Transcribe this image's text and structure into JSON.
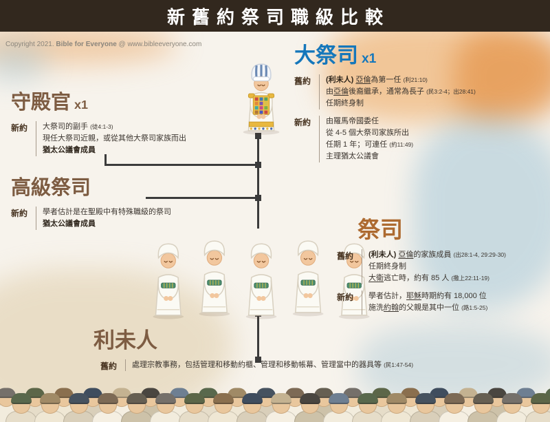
{
  "header": {
    "title": "新舊約祭司職級比較"
  },
  "copyright": "Copyright 2021. **Bible for Everyone** @ www.bibleeveryone.com",
  "colors": {
    "header_bg": "#32281e",
    "high_priest_blue": "#1577bb",
    "heading_brown": "#7d5c42",
    "priest_orange": "#ad6a30",
    "label_brown": "#46321f",
    "connector_gray": "#3b3b3b"
  },
  "sections": {
    "high_priest": {
      "title": "大祭司",
      "count": "x1",
      "rows": [
        {
          "label": "舊約",
          "lines": [
            "**(利未人)** __亞倫__為第一任 {{(利21:10)}}",
            "由__亞倫__後裔繼承，通常為長子 {{(民3:2-4；出28:41)}}",
            "任期終身制"
          ]
        },
        {
          "label": "新約",
          "lines": [
            "由羅馬帝國委任",
            "從 4-5 個大祭司家族所出",
            "任期 1 年；可連任 {{(約11:49)}}",
            "主理猶太公議會"
          ]
        }
      ]
    },
    "temple_captain": {
      "title": "守殿官",
      "count": "x1",
      "rows": [
        {
          "label": "新約",
          "lines": [
            "大祭司的副手 {{(徒4:1-3)}}",
            "現任大祭司近親，或從其他大祭司家族而出",
            "**猶太公議會成員**"
          ]
        }
      ]
    },
    "senior_priests": {
      "title": "高級祭司",
      "count": "",
      "rows": [
        {
          "label": "新約",
          "lines": [
            "學者估計是在聖殿中有特殊職級的祭司",
            "**猶太公議會成員**"
          ]
        }
      ]
    },
    "priests": {
      "title": "祭司",
      "count": "",
      "rows": [
        {
          "label": "舊約",
          "lines": [
            "**(利未人)** __亞倫__的家族成員 {{(出28:1-4, 29:29-30)}}",
            "任期終身制",
            "__大衛__逃亡時，約有 85 人 {{(撒上22:11-19)}}"
          ]
        },
        {
          "label": "新約",
          "lines": [
            "學者估計，__耶穌__時期約有 18,000 位",
            "施洗__約翰__的父親是其中一位 {{(路1:5-25)}}"
          ]
        }
      ]
    },
    "levites": {
      "title": "利未人",
      "count": "",
      "rows": [
        {
          "label": "舊約",
          "lines": [
            "處理宗教事務，包括管理和移動約櫃、管理和移動帳幕、管理當中的器具等 {{(民1:47-54)}}"
          ]
        }
      ]
    }
  },
  "crowd": {
    "skin": "#e9c79d",
    "hat_colors": [
      "#75706a",
      "#5c6648",
      "#8a6f4e",
      "#3f4d5e",
      "#c4b291",
      "#4a4640",
      "#6e7f92",
      "#59684c",
      "#a08a66",
      "#46525f",
      "#7d6a55",
      "#665f52"
    ],
    "robe_colors": [
      "#f2ecdd",
      "#e6ddc9",
      "#efe7d4",
      "#d9cfba",
      "#f5efe2",
      "#cdc2a9"
    ]
  }
}
